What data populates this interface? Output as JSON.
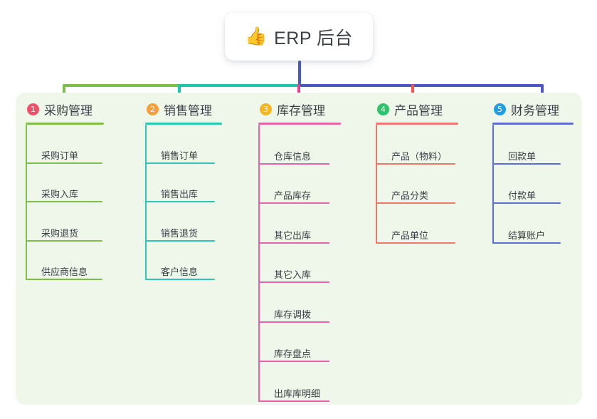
{
  "diagram": {
    "type": "mind-map",
    "root": {
      "icon": "thumbs-up-icon",
      "emoji": "👍",
      "title": "ERP 后台"
    },
    "panel_color": "#eef7e9",
    "page_background": "#ffffff",
    "connector_segments": [
      {
        "name": "trunk-vertical",
        "color": "#4a58c4"
      },
      {
        "name": "bar-green",
        "color": "#7cc04a"
      },
      {
        "name": "bar-teal",
        "color": "#1ec6ae"
      },
      {
        "name": "bar-indigo",
        "color": "#4a58c4"
      },
      {
        "name": "stub-1",
        "color": "#7cc04a"
      },
      {
        "name": "stub-2",
        "color": "#1ec6ae"
      },
      {
        "name": "stub-3",
        "color": "#e8408f"
      },
      {
        "name": "stub-4",
        "color": "#f4544a"
      },
      {
        "name": "stub-5",
        "color": "#4a58c4"
      }
    ],
    "branches": [
      {
        "number": "1",
        "label": "采购管理",
        "badge_color": "#ef5069",
        "line_color": "#7cc04a",
        "items": [
          "采购订单",
          "采购入库",
          "采购退货",
          "供应商信息"
        ]
      },
      {
        "number": "2",
        "label": "销售管理",
        "badge_color": "#f5a03c",
        "line_color": "#2ec6b6",
        "items": [
          "销售订单",
          "销售出库",
          "销售退货",
          "客户信息"
        ]
      },
      {
        "number": "3",
        "label": "库存管理",
        "badge_color": "#f5b622",
        "line_color": "#e862ad",
        "items": [
          "仓库信息",
          "产品库存",
          "其它出库",
          "其它入库",
          "库存调拨",
          "库存盘点",
          "出库库明细"
        ]
      },
      {
        "number": "4",
        "label": "产品管理",
        "badge_color": "#2ec36a",
        "line_color": "#f4756a",
        "items": [
          "产品（物料）",
          "产品分类",
          "产品单位"
        ]
      },
      {
        "number": "5",
        "label": "财务管理",
        "badge_color": "#1f9fe0",
        "line_color": "#5a6fd0",
        "items": [
          "回款单",
          "付款单",
          "结算账户"
        ]
      }
    ]
  }
}
